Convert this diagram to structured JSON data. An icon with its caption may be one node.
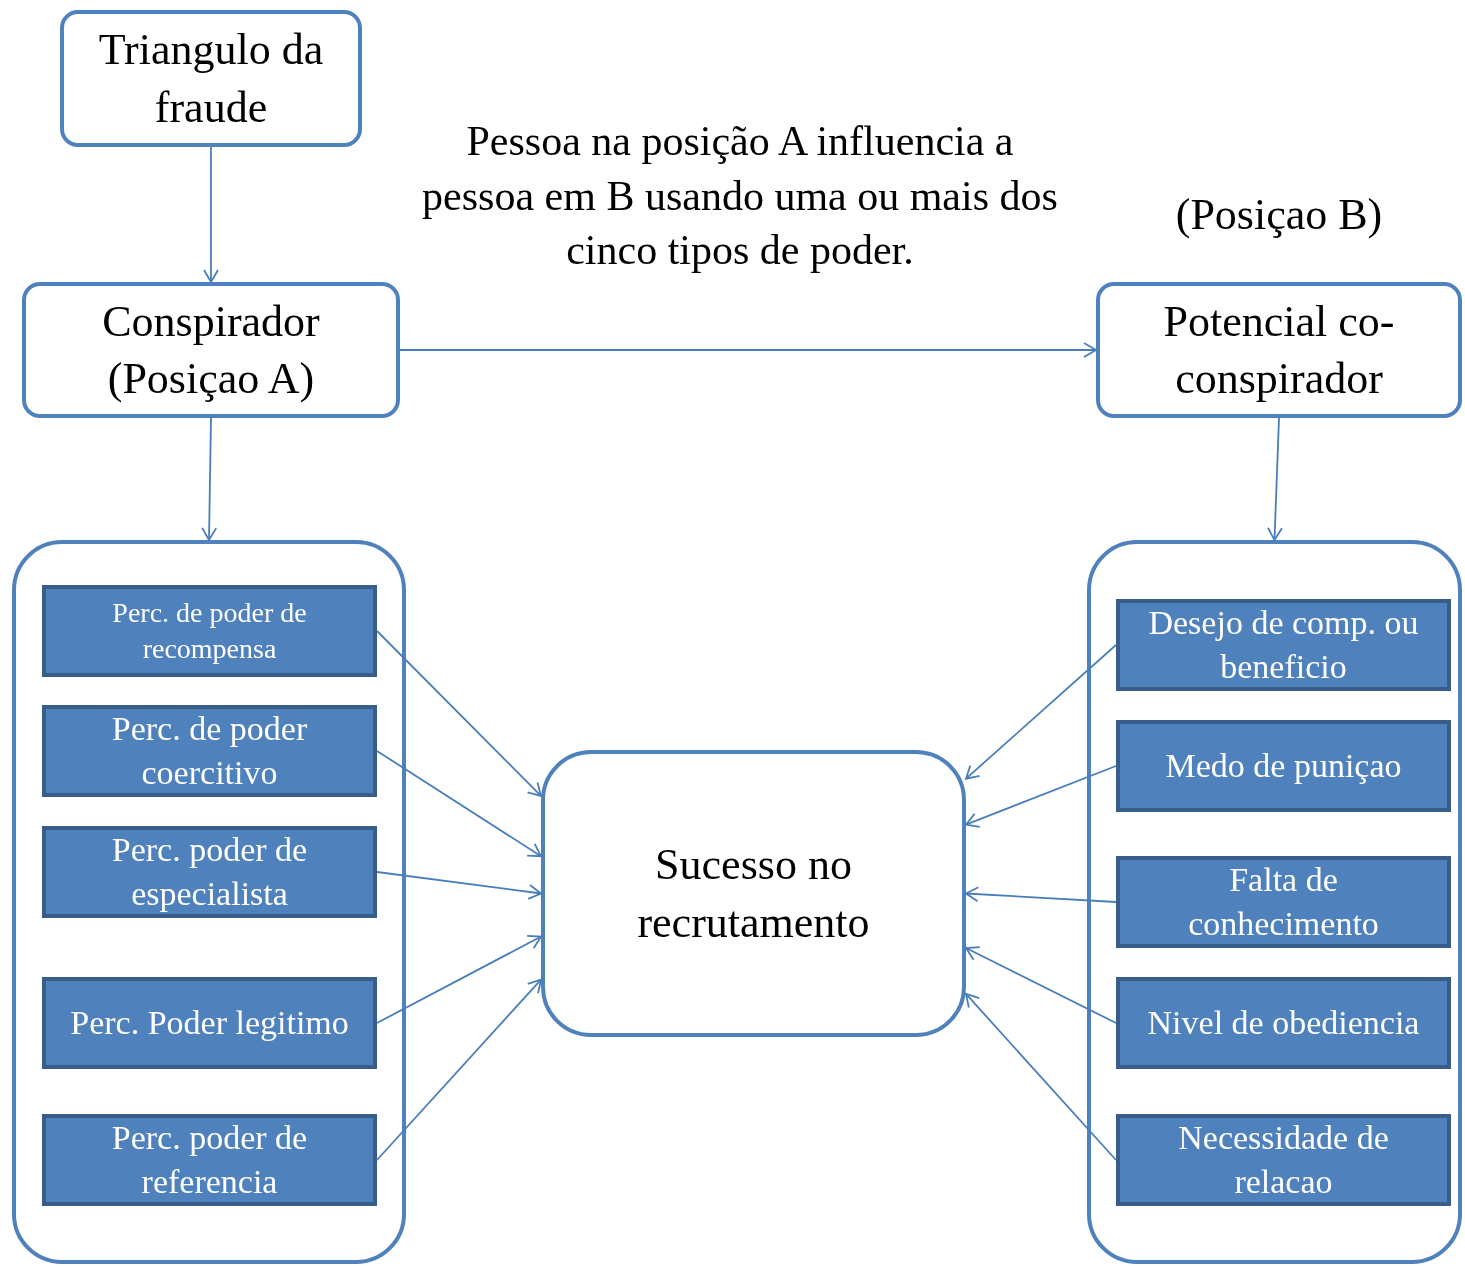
{
  "diagram": {
    "nodes": [
      {
        "text": [
          "Triangulo da fraude"
        ]
      },
      {
        "text": [
          "Conspirador (Posiçao A)"
        ]
      },
      {
        "text": [
          "Potencial co-conspirador"
        ],
        "beside": [
          "(Posiçao B)"
        ]
      },
      {
        "text": [],
        "shape": "box"
      },
      {
        "text": [
          "Perc. de poder de recompensa"
        ],
        "in": 3
      },
      {
        "text": [
          "Perc. de poder coercitivo"
        ],
        "in": 3
      },
      {
        "text": [
          "Perc. poder de especialista"
        ],
        "in": 3
      },
      {
        "text": [
          "Perc. Poder legitimo"
        ],
        "in": 3
      },
      {
        "text": [
          "Perc. poder de referencia"
        ],
        "in": 3
      },
      {
        "text": [
          "Sucesso no recrutamento"
        ]
      },
      {
        "text": [],
        "shape": "box"
      },
      {
        "text": [
          "Desejo de comp. ou beneficio"
        ],
        "in": 10
      },
      {
        "text": [
          "Medo de puniçao"
        ],
        "in": 10
      },
      {
        "text": [
          "Falta de conhecimento"
        ],
        "in": 10
      },
      {
        "text": [
          "Nivel de obediencia"
        ],
        "in": 10
      },
      {
        "text": [
          "Necessidade de relacao"
        ],
        "in": 10
      }
    ],
    "edges": [
      {
        "from": 0,
        "to": 1,
        "arrow": "to"
      },
      {
        "from": 1,
        "to": 2,
        "arrow": "to"
      },
      {
        "from": 1,
        "to": 3,
        "arrow": "to"
      },
      {
        "from": 2,
        "to": 10,
        "arrow": "to"
      },
      {
        "from": 4,
        "to": 9,
        "arrow": "to"
      },
      {
        "from": 5,
        "to": 9,
        "arrow": "to"
      },
      {
        "from": 6,
        "to": 9,
        "arrow": "to"
      },
      {
        "from": 7,
        "to": 9,
        "arrow": "to"
      },
      {
        "from": 8,
        "to": 9,
        "arrow": "to"
      },
      {
        "from": 11,
        "to": 9,
        "arrow": "to"
      },
      {
        "from": 12,
        "to": 9,
        "arrow": "to"
      },
      {
        "from": 13,
        "to": 9,
        "arrow": "to"
      },
      {
        "from": 14,
        "to": 9,
        "arrow": "to"
      },
      {
        "from": 15,
        "to": 9,
        "arrow": "to"
      }
    ],
    "labels": [
      "Pessoa na posição A influencia a pessoa em B usando uma ou mais dos cinco tipos de poder."
    ]
  }
}
